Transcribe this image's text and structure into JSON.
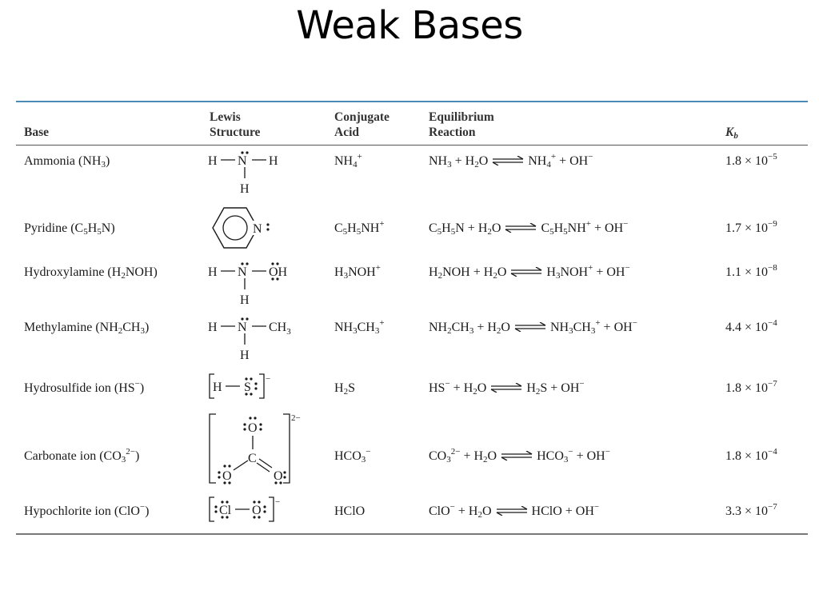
{
  "title": "Weak Bases",
  "headers": {
    "base": "Base",
    "lewis_l1": "Lewis",
    "lewis_l2": "Structure",
    "conj_l1": "Conjugate",
    "conj_l2": "Acid",
    "eq_l1": "Equilibrium",
    "eq_l2": "Reaction",
    "kb_main": "K",
    "kb_sub": "b"
  },
  "rows": [
    {
      "base": "Ammonia (NH<sub>3</sub>)",
      "acid": "NH<sub>4</sub><sup>+</sup>",
      "reactants": "NH<sub>3</sub> + H<sub>2</sub>O",
      "products": "NH<sub>4</sub><sup>+</sup> + OH<sup>−</sup>",
      "kb": "1.8 × 10<sup>−5</sup>"
    },
    {
      "base": "Pyridine (C<sub>5</sub>H<sub>5</sub>N)",
      "acid": "C<sub>5</sub>H<sub>5</sub>NH<sup>+</sup>",
      "reactants": "C<sub>5</sub>H<sub>5</sub>N + H<sub>2</sub>O",
      "products": "C<sub>5</sub>H<sub>5</sub>NH<sup>+</sup> + OH<sup>−</sup>",
      "kb": "1.7 × 10<sup>−9</sup>"
    },
    {
      "base": "Hydroxylamine (H<sub>2</sub>NOH)",
      "acid": "H<sub>3</sub>NOH<sup>+</sup>",
      "reactants": "H<sub>2</sub>NOH + H<sub>2</sub>O",
      "products": "H<sub>3</sub>NOH<sup>+</sup> + OH<sup>−</sup>",
      "kb": "1.1 × 10<sup>−8</sup>"
    },
    {
      "base": "Methylamine (NH<sub>2</sub>CH<sub>3</sub>)",
      "acid": "NH<sub>3</sub>CH<sub>3</sub><sup>+</sup>",
      "reactants": "NH<sub>2</sub>CH<sub>3</sub> + H<sub>2</sub>O",
      "products": "NH<sub>3</sub>CH<sub>3</sub><sup>+</sup> + OH<sup>−</sup>",
      "kb": "4.4 × 10<sup>−4</sup>"
    },
    {
      "base": "Hydrosulfide ion (HS<sup>−</sup>)",
      "acid": "H<sub>2</sub>S",
      "reactants": "HS<sup>−</sup> + H<sub>2</sub>O",
      "products": "H<sub>2</sub>S + OH<sup>−</sup>",
      "kb": "1.8 × 10<sup>−7</sup>"
    },
    {
      "base": "Carbonate ion (CO<sub>3</sub><sup>2−</sup>)",
      "acid": "HCO<sub>3</sub><sup>−</sup>",
      "reactants": "CO<sub>3</sub><sup>2−</sup> + H<sub>2</sub>O",
      "products": "HCO<sub>3</sub><sup>−</sup> + OH<sup>−</sup>",
      "kb": "1.8 × 10<sup>−4</sup>"
    },
    {
      "base": "Hypochlorite ion (ClO<sup>−</sup>)",
      "acid": "HClO",
      "reactants": "ClO<sup>−</sup> + H<sub>2</sub>O",
      "products": "HClO + OH<sup>−</sup>",
      "kb": "3.3 × 10<sup>−7</sup>"
    }
  ],
  "lewis": {
    "H": "H",
    "N": "N",
    "O": "O",
    "S": "S",
    "C": "C",
    "Cl": "Cl",
    "OH": "OH",
    "CH3": "CH",
    "CH3_sub": "3",
    "pyridine_N": "N",
    "charge_minus": "−",
    "charge_2minus": "2−"
  }
}
